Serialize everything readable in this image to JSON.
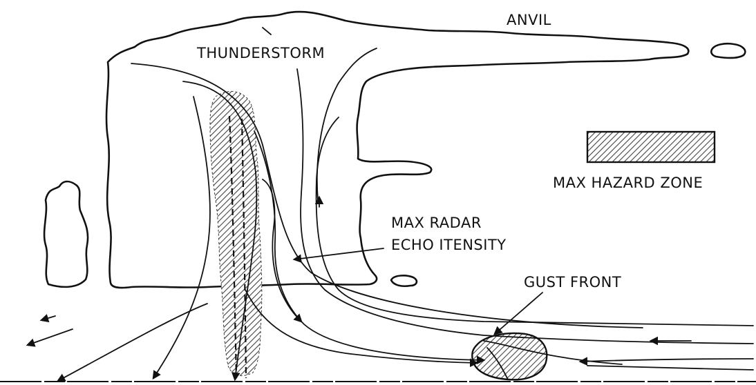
{
  "labels": {
    "anvil": "ANVIL",
    "thunderstorm": "THUNDERSTORM",
    "max_hazard_zone": "MAX HAZARD ZONE",
    "max_radar_line1": "MAX RADAR",
    "max_radar_line2": "ECHO ITENSITY",
    "gust_front": "GUST FRONT"
  },
  "colors": {
    "line": "#111111",
    "background": "#ffffff",
    "hatch": "#444444"
  }
}
